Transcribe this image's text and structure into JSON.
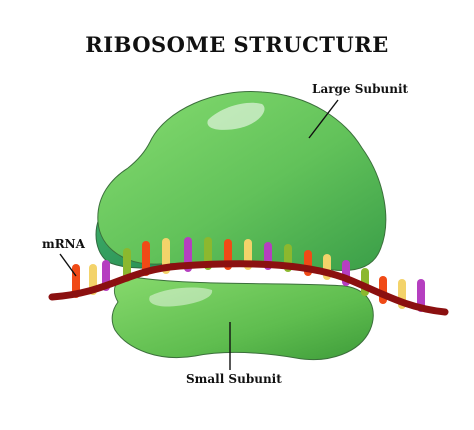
{
  "title": "RIBOSOME STRUCTURE",
  "labels": {
    "large_subunit": "Large Subunit",
    "small_subunit": "Small Subunit",
    "mrna": "mRNA"
  },
  "colors": {
    "large_subunit_light": "#7ed66a",
    "large_subunit_dark": "#3daa55",
    "small_subunit_light": "#80d466",
    "small_subunit_dark": "#3fa53f",
    "mrna_strand": "#8b1010",
    "outline": "#444444"
  },
  "codon_colors": [
    "#f04a16",
    "#f3d36a",
    "#b53fc0",
    "#8cb82e"
  ]
}
